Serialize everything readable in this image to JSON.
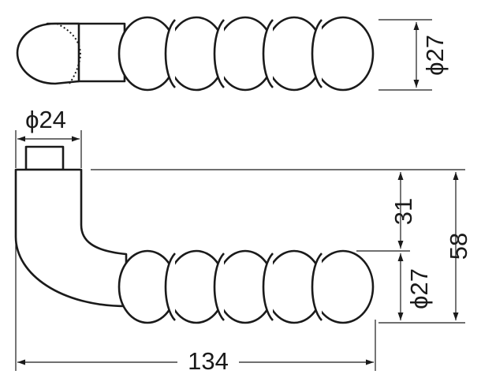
{
  "dimensions": {
    "top_view_diameter": {
      "symbol": "ϕ",
      "value": "27"
    },
    "rose_diameter": {
      "symbol": "ϕ",
      "value": "24"
    },
    "side_view_diameter": {
      "symbol": "ϕ",
      "value": "27"
    },
    "upper_offset": "31",
    "total_height": "58",
    "total_length": "134"
  },
  "grip_bead_count": 5
}
